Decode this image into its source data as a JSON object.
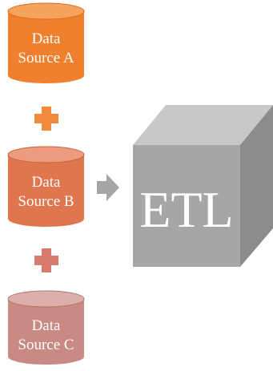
{
  "sources": [
    {
      "line1": "Data",
      "line2": "Source A",
      "body_color": "#F07F2E",
      "top_color": "#F6A35B",
      "rim_color": "#D96A1E"
    },
    {
      "line1": "Data",
      "line2": "Source B",
      "body_color": "#E0764E",
      "top_color": "#EC9C7E",
      "rim_color": "#C9603A"
    },
    {
      "line1": "Data",
      "line2": "Source C",
      "body_color": "#C88A82",
      "top_color": "#DCB0AA",
      "rim_color": "#B2766E"
    }
  ],
  "plus_signs": [
    {
      "icon": "plus-icon",
      "color": "#F08A3A"
    },
    {
      "icon": "plus-icon",
      "color": "#D97A6E"
    }
  ],
  "arrow": {
    "icon": "arrow-right-icon",
    "color": "#A6A6A6"
  },
  "etl_cube": {
    "label": "ETL",
    "front_color": "#A6A6A6",
    "top_color": "#C8C8C8",
    "side_color": "#8C8C8C"
  }
}
